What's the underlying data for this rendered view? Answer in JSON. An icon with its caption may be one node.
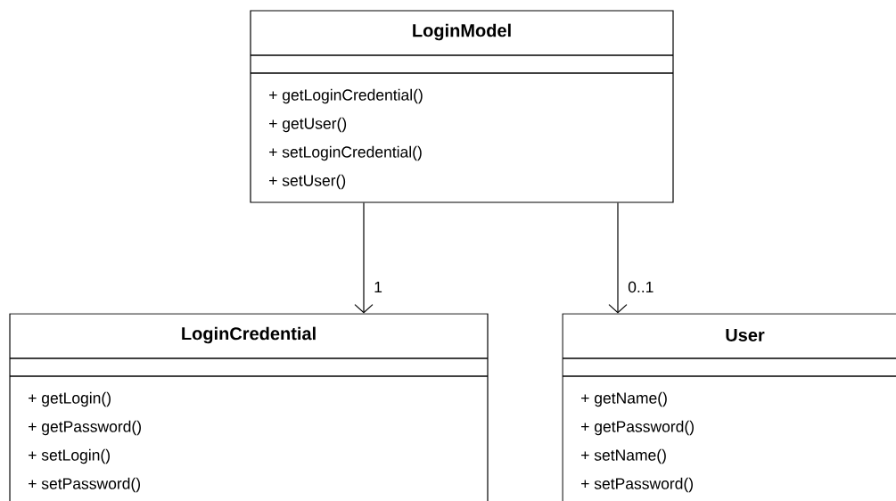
{
  "diagram": {
    "nodes": [
      {
        "text": [
          "LoginModel",
          "+ getLoginCredential()",
          "+ getUser()",
          "+ setLoginCredential()",
          "+ setUser()"
        ]
      },
      {
        "text": [
          "LoginCredential",
          "+ getLogin()",
          "+ getPassword()",
          "+ setLogin()",
          "+ setPassword()"
        ]
      },
      {
        "text": [
          "User",
          "+ getName()",
          "+ getPassword()",
          "+ setName()",
          "+ setPassword()"
        ]
      }
    ],
    "edges": [
      {
        "from": 0,
        "to": 1,
        "arrow": "to",
        "label": "1"
      },
      {
        "from": 0,
        "to": 2,
        "arrow": "to",
        "label": "0..1"
      }
    ]
  }
}
